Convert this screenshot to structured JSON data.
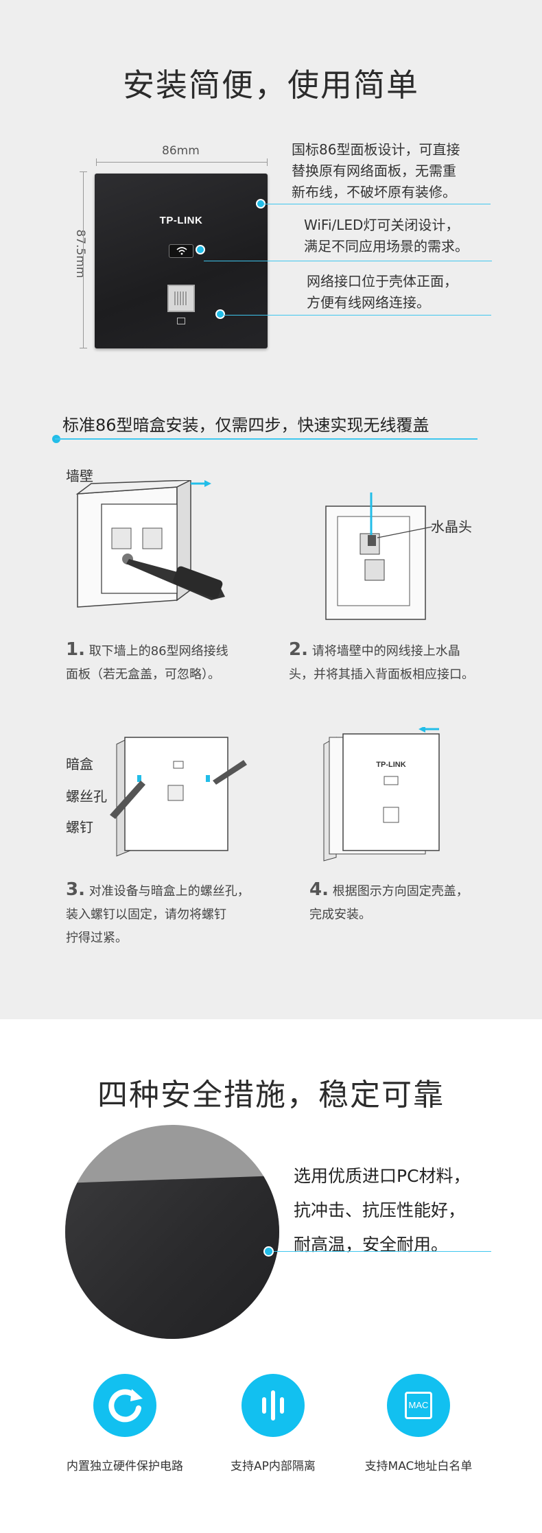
{
  "section1": {
    "title": "安装简便，使用简单",
    "dim_width": "86mm",
    "dim_height": "87.5mm",
    "panel_brand": "TP-LINK",
    "callouts": [
      {
        "lines": [
          "国标86型面板设计，可直接",
          "替换原有网络面板，无需重",
          "新布线，不破坏原有装修。"
        ]
      },
      {
        "lines": [
          "WiFi/LED灯可关闭设计，",
          "满足不同应用场景的需求。"
        ]
      },
      {
        "lines": [
          "网络接口位于壳体正面，",
          "方便有线网络连接。"
        ]
      }
    ]
  },
  "install": {
    "heading": "标准86型暗盒安装，仅需四步，快速实现无线覆盖",
    "wall_label": "墙壁",
    "rj45_label": "水晶头",
    "box_label": "暗盒",
    "screwhole_label": "螺丝孔",
    "screw_label": "螺钉",
    "panel_brand": "TP-LINK",
    "steps": [
      {
        "num": "1.",
        "lines": [
          "取下墙上的86型网络接线",
          "面板（若无盒盖，可忽略）。"
        ]
      },
      {
        "num": "2.",
        "lines": [
          "请将墙壁中的网线接上水晶",
          "头，并将其插入背面板相应接口。"
        ]
      },
      {
        "num": "3.",
        "lines": [
          "对准设备与暗盒上的螺丝孔，",
          "装入螺钉以固定，请勿将螺钉",
          "拧得过紧。"
        ]
      },
      {
        "num": "4.",
        "lines": [
          "根据图示方向固定壳盖，",
          "完成安装。"
        ]
      }
    ]
  },
  "section2": {
    "title": "四种安全措施，稳定可靠",
    "material_lines": [
      "选用优质进口PC材料，",
      "抗冲击、抗压性能好，",
      "耐高温，安全耐用。"
    ],
    "features": [
      {
        "label": "内置独立硬件保护电路",
        "icon": "refresh-icon"
      },
      {
        "label": "支持AP内部隔离",
        "icon": "isolation-bars-icon"
      },
      {
        "label": "支持MAC地址白名单",
        "icon": "mac-icon",
        "icon_text": "MAC"
      }
    ],
    "accent_color": "#12c0f0"
  }
}
